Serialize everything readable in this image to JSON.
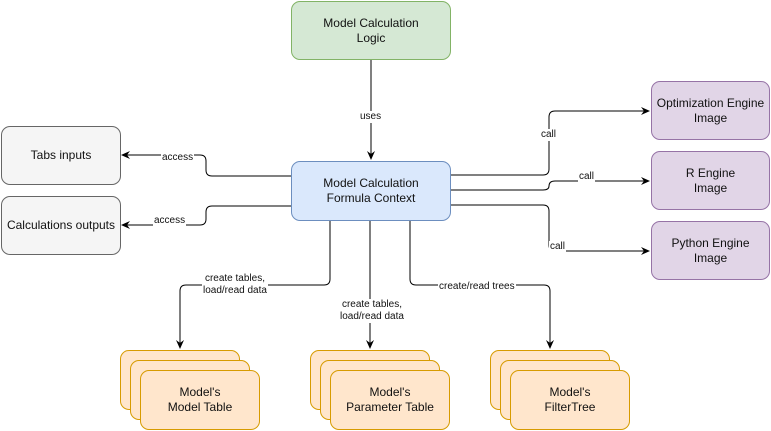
{
  "nodes": {
    "logic": "Model Calculation\nLogic",
    "context": "Model Calculation\nFormula Context",
    "tabs_inputs": "Tabs inputs",
    "calc_outputs": "Calculations outputs",
    "optimization": "Optimization Engine\nImage",
    "r_engine": "R Engine\nImage",
    "python": "Python Engine\nImage",
    "model_table": "Model's\nModel Table",
    "parameter_table": "Model's\nParameter Table",
    "filter_tree": "Model's\nFilterTree"
  },
  "edges": {
    "uses": "uses",
    "access_inputs": "access",
    "access_outputs": "access",
    "call_optimization": "call",
    "call_r": "call",
    "call_python": "call",
    "model_table": "create tables,\nload/read data",
    "parameter_table": "create tables,\nload/read data",
    "filter_tree": "create/read trees"
  },
  "colors": {
    "logic_fill": "#d5e8d4",
    "logic_stroke": "#82b366",
    "context_fill": "#dae8fc",
    "context_stroke": "#6c8ebf",
    "io_fill": "#f5f5f5",
    "io_stroke": "#666666",
    "engine_fill": "#e1d5e7",
    "engine_stroke": "#9673a6",
    "table_fill": "#ffe6cc",
    "table_stroke": "#d79b00",
    "edge": "#000000"
  }
}
